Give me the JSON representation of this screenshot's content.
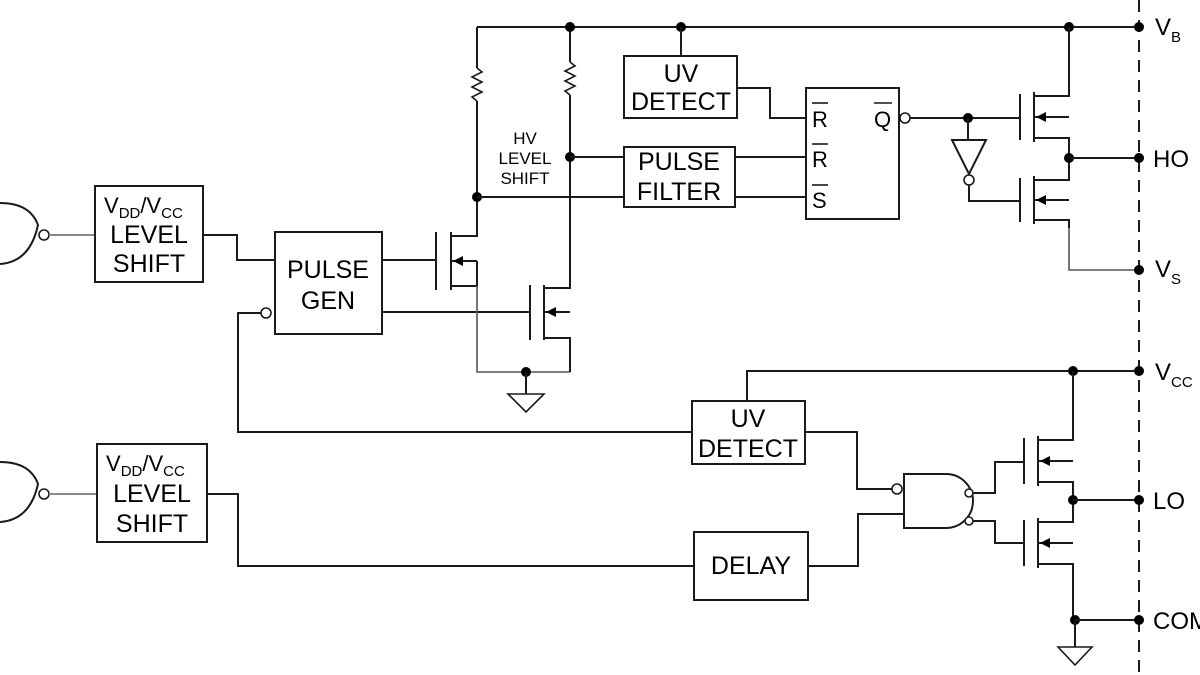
{
  "blocks": {
    "level_shift_hi": {
      "line1": "V",
      "sub1": "DD",
      "slash": "/V",
      "sub2": "CC",
      "line2": "LEVEL",
      "line3": "SHIFT"
    },
    "level_shift_lo": {
      "line1": "V",
      "sub1": "DD",
      "slash": "/V",
      "sub2": "CC",
      "line2": "LEVEL",
      "line3": "SHIFT"
    },
    "pulse_gen": {
      "line1": "PULSE",
      "line2": "GEN"
    },
    "uv_detect_hi": {
      "line1": "UV",
      "line2": "DETECT"
    },
    "uv_detect_lo": {
      "line1": "UV",
      "line2": "DETECT"
    },
    "pulse_filter": {
      "line1": "PULSE",
      "line2": "FILTER"
    },
    "delay": {
      "label": "DELAY"
    },
    "hv_level_shift": {
      "line1": "HV",
      "line2": "LEVEL",
      "line3": "SHIFT"
    }
  },
  "latch": {
    "r_top": "R",
    "r_mid": "R",
    "s": "S",
    "q": "Q"
  },
  "pins": {
    "vb": {
      "main": "V",
      "sub": "B"
    },
    "ho": {
      "main": "HO"
    },
    "vs": {
      "main": "V",
      "sub": "S"
    },
    "vcc": {
      "main": "V",
      "sub": "CC"
    },
    "lo": {
      "main": "LO"
    },
    "com": {
      "main": "COM"
    }
  },
  "colors": {
    "line": "#1a1a1a",
    "background": "#ffffff"
  }
}
